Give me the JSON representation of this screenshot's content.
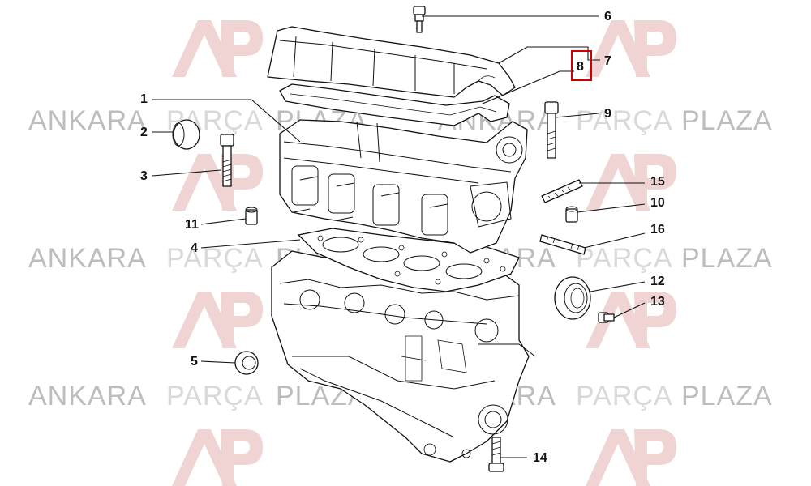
{
  "watermark": {
    "word1": "ANKARA",
    "word2": "PARÇA",
    "word3": "PLAZA",
    "color_dark": "#bdbdbd",
    "color_light": "#d9d9d9",
    "logo_color": "#f0d4d4"
  },
  "highlight_color": "#cc0000",
  "callouts": [
    {
      "id": "1",
      "label": "1"
    },
    {
      "id": "2",
      "label": "2"
    },
    {
      "id": "3",
      "label": "3"
    },
    {
      "id": "4",
      "label": "4"
    },
    {
      "id": "5",
      "label": "5"
    },
    {
      "id": "6",
      "label": "6"
    },
    {
      "id": "7",
      "label": "7"
    },
    {
      "id": "8",
      "label": "8"
    },
    {
      "id": "9",
      "label": "9"
    },
    {
      "id": "10",
      "label": "10"
    },
    {
      "id": "11",
      "label": "11"
    },
    {
      "id": "12",
      "label": "12"
    },
    {
      "id": "13",
      "label": "13"
    },
    {
      "id": "14",
      "label": "14"
    },
    {
      "id": "15",
      "label": "15"
    },
    {
      "id": "16",
      "label": "16"
    }
  ]
}
